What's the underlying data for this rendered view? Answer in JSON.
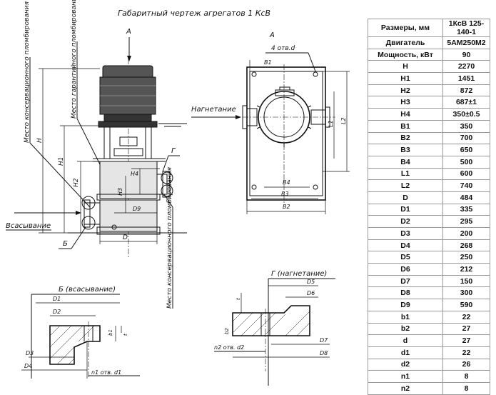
{
  "drawing": {
    "title": "Габаритный чертеж агрегатов 1 КсВ",
    "labels": {
      "view_a_arrow": "А",
      "view_a_title": "А",
      "hole_callout": "4 отв.d",
      "discharge": "Нагнетание",
      "suction": "Всасывание",
      "seal_place_guarantee": "Место гарантийного пломбирования",
      "seal_place_conservation_top": "Место консервационного пломбирования",
      "seal_place_conservation_bottom": "Место консервационного пломбирования",
      "marker_b": "Б",
      "marker_g": "Г",
      "section_b_title": "Б (всасывание)",
      "section_g_title": "Г (нагнетание)",
      "holes_n1": "n1 отв. d1",
      "holes_n2": "n2 отв. d2"
    },
    "dims": {
      "H": "H",
      "H1": "H1",
      "H2": "H2",
      "H3": "H3",
      "H4": "H4",
      "D": "D",
      "D9": "D9",
      "B1": "B1",
      "B2": "B2",
      "B3": "B3",
      "B4": "B4",
      "L1": "L1",
      "L2": "L2",
      "D1": "D1",
      "D2": "D2",
      "D3": "D3",
      "D4": "D4",
      "D5": "D5",
      "D6": "D6",
      "D7": "D7",
      "D8": "D8",
      "b1": "b1",
      "b2": "b2",
      "t": "t"
    }
  },
  "table": {
    "header": {
      "label": "Размеры, мм",
      "value": "1КсВ 125-140-1"
    },
    "rows": [
      {
        "label": "Двигатель",
        "value": "5АМ250М2"
      },
      {
        "label": "Мощность, кВт",
        "value": "90"
      },
      {
        "label": "H",
        "value": "2270"
      },
      {
        "label": "H1",
        "value": "1451"
      },
      {
        "label": "H2",
        "value": "872"
      },
      {
        "label": "H3",
        "value": "687±1"
      },
      {
        "label": "H4",
        "value": "350±0.5"
      },
      {
        "label": "B1",
        "value": "350"
      },
      {
        "label": "B2",
        "value": "700"
      },
      {
        "label": "B3",
        "value": "650"
      },
      {
        "label": "B4",
        "value": "500"
      },
      {
        "label": "L1",
        "value": "600"
      },
      {
        "label": "L2",
        "value": "740"
      },
      {
        "label": "D",
        "value": "484"
      },
      {
        "label": "D1",
        "value": "335"
      },
      {
        "label": "D2",
        "value": "295"
      },
      {
        "label": "D3",
        "value": "200"
      },
      {
        "label": "D4",
        "value": "268"
      },
      {
        "label": "D5",
        "value": "250"
      },
      {
        "label": "D6",
        "value": "212"
      },
      {
        "label": "D7",
        "value": "150"
      },
      {
        "label": "D8",
        "value": "300"
      },
      {
        "label": "D9",
        "value": "590"
      },
      {
        "label": "b1",
        "value": "22"
      },
      {
        "label": "b2",
        "value": "27"
      },
      {
        "label": "d",
        "value": "27"
      },
      {
        "label": "d1",
        "value": "22"
      },
      {
        "label": "d2",
        "value": "26"
      },
      {
        "label": "n1",
        "value": "8"
      },
      {
        "label": "n2",
        "value": "8"
      }
    ]
  }
}
